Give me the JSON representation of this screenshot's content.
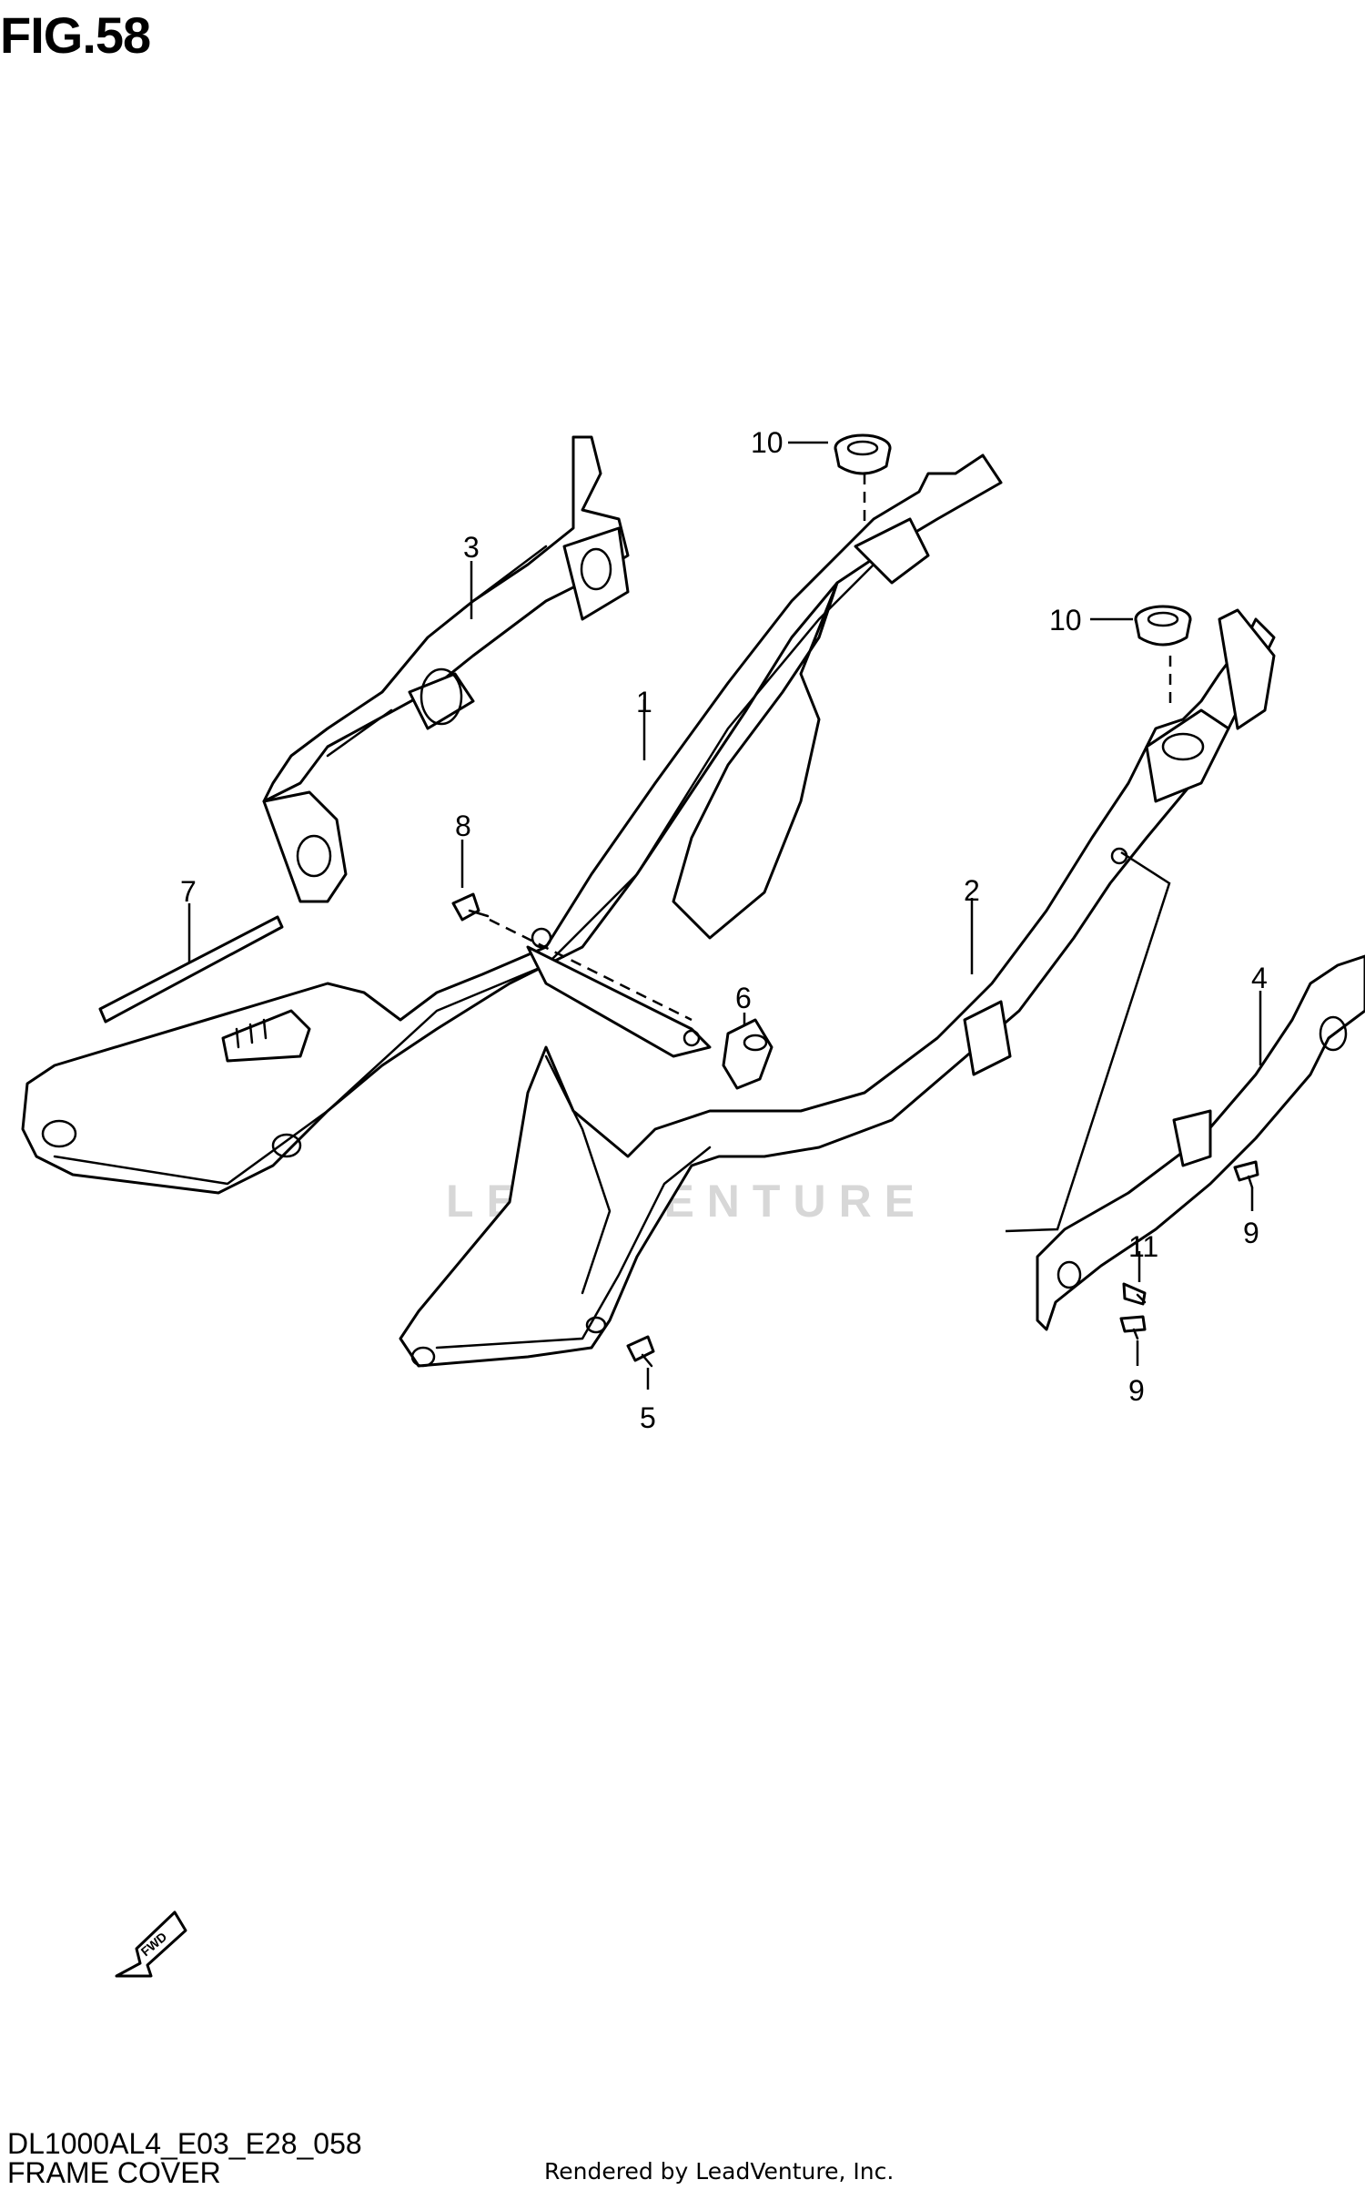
{
  "figure": {
    "title": "FIG.58"
  },
  "callouts": {
    "c1": "1",
    "c2": "2",
    "c3": "3",
    "c4": "4",
    "c5": "5",
    "c6": "6",
    "c7": "7",
    "c8": "8",
    "c9a": "9",
    "c9b": "9",
    "c10a": "10",
    "c10b": "10",
    "c11": "11"
  },
  "forward_arrow": {
    "label": "FWD"
  },
  "watermark": "LEADVENTURE",
  "footer": {
    "diagram_code": "DL1000AL4_E03_E28_058",
    "diagram_name": "FRAME COVER",
    "credit": "Rendered by LeadVenture, Inc."
  }
}
